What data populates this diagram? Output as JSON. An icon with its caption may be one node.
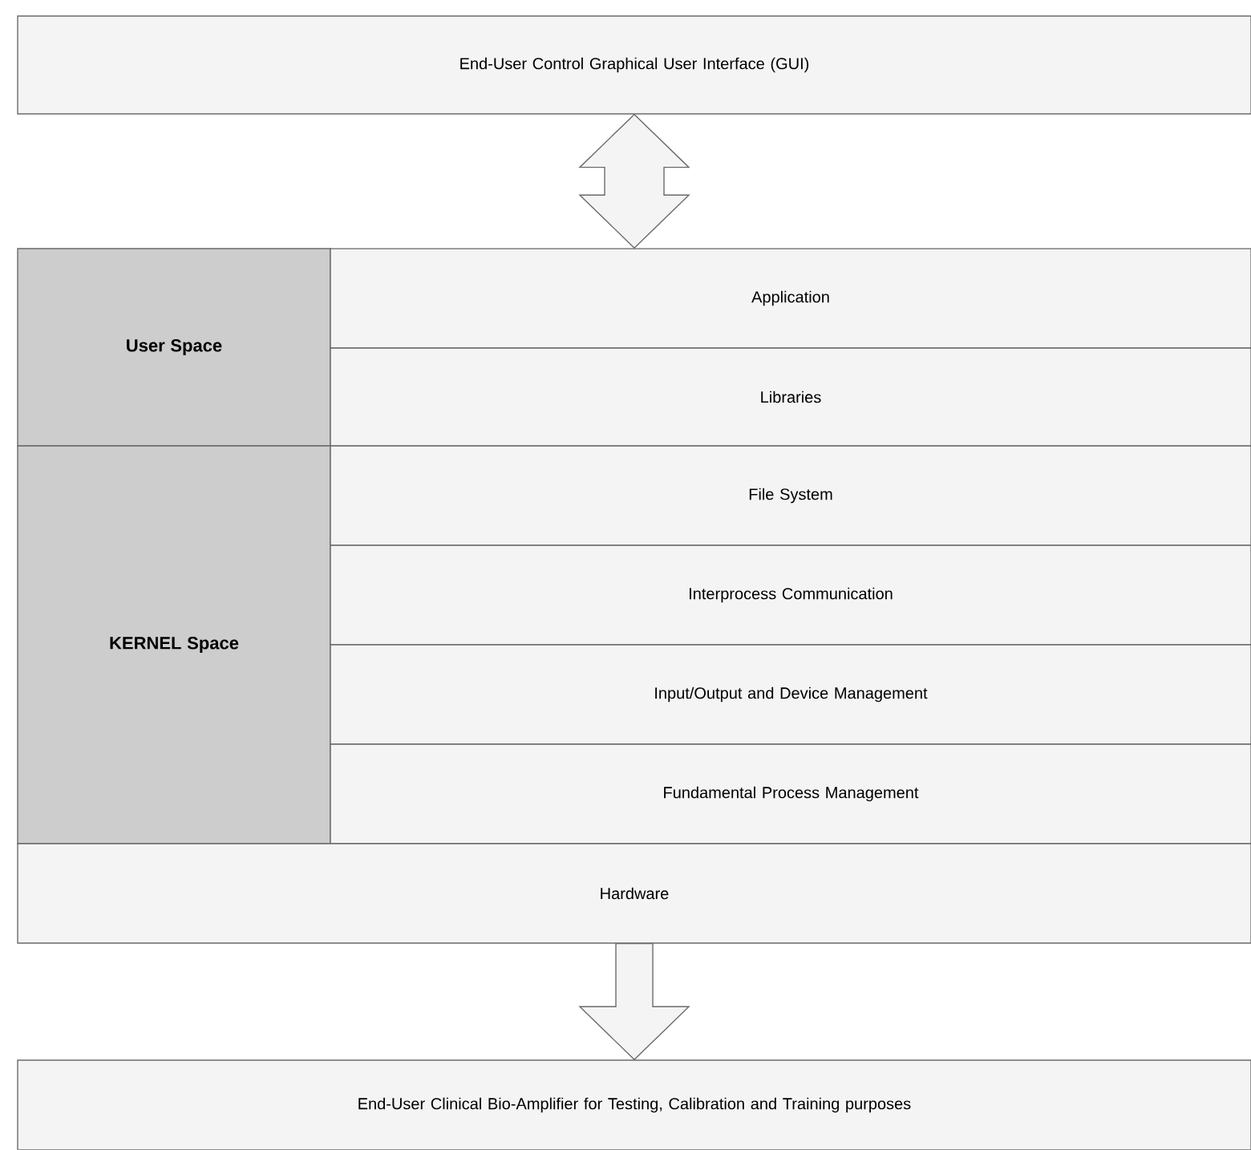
{
  "diagram": {
    "nodes": [
      {
        "text": [
          "End-User Control Graphical User Interface (GUI)"
        ]
      },
      {
        "text": [
          "User Space"
        ]
      },
      {
        "text": [
          "Application"
        ]
      },
      {
        "text": [
          "Libraries"
        ]
      },
      {
        "text": [
          "KERNEL Space"
        ]
      },
      {
        "text": [
          "File System"
        ]
      },
      {
        "text": [
          "Interprocess Communication"
        ]
      },
      {
        "text": [
          "Input/Output and Device Management"
        ]
      },
      {
        "text": [
          "Fundamental Process Management"
        ]
      },
      {
        "text": [
          "Hardware"
        ]
      },
      {
        "text": [
          "End-User Clinical Bio-Amplifier for Testing, Calibration and Training purposes"
        ]
      }
    ],
    "edges": [
      {
        "from": 0,
        "to": 2,
        "arrow": "both"
      },
      {
        "from": 9,
        "to": 10,
        "arrow": "to"
      }
    ]
  }
}
